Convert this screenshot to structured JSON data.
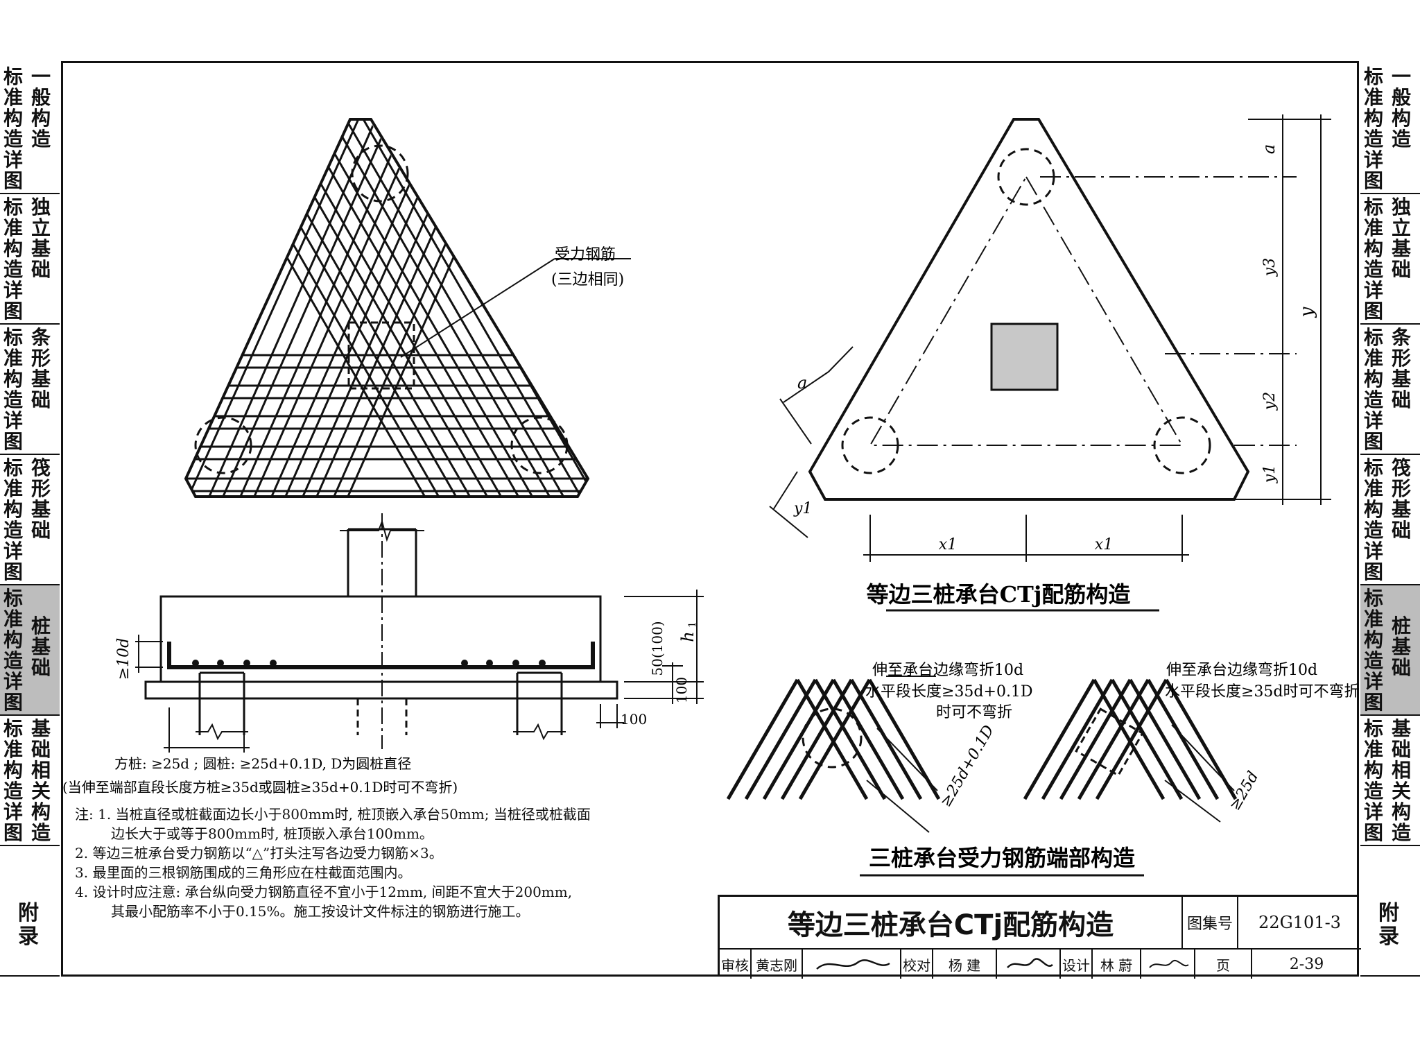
{
  "side_tabs": [
    {
      "line1": "标准构造详图",
      "line2": "一般构造"
    },
    {
      "line1": "标准构造详图",
      "line2": "独立基础"
    },
    {
      "line1": "标准构造详图",
      "line2": "条形基础"
    },
    {
      "line1": "标准构造详图",
      "line2": "筏形基础"
    },
    {
      "line1": "标准构造详图",
      "line2": "桩基础",
      "active": true
    },
    {
      "line1": "标准构造详图",
      "line2": "基础相关构造"
    },
    {
      "line1": "附录",
      "line2": ""
    }
  ],
  "plan_left": {
    "rebar_label_1": "受力钢筋",
    "rebar_label_2": "(三边相同)"
  },
  "section": {
    "label_10d": "≥10d",
    "label_50": "50(100)",
    "label_h": "h",
    "label_h_sub": "1",
    "label_100a": "100",
    "label_100b": "100",
    "note_1": "方桩: ≥25d ; 圆桩: ≥25d+0.1D, D为圆桩直径",
    "note_2": "(当伸至端部直段长度方桩≥35d或圆桩≥35d+0.1D时可不弯折)"
  },
  "plan_right": {
    "label_a1": "a",
    "label_a2": "a",
    "label_y": "y",
    "label_y3": "y3",
    "label_y2": "y2",
    "label_y1a": "y1",
    "label_y1b": "y1",
    "label_x1a": "x1",
    "label_x1b": "x1",
    "title": "等边三桩承台CTj配筋构造"
  },
  "end_detail": {
    "left_note_1": "伸至承台边缘弯折10d",
    "left_note_2": "水平段长度≥35d+0.1D",
    "left_note_3": "时可不弯折",
    "left_dim": "≥25d+0.1D",
    "right_note_1": "伸至承台边缘弯折10d",
    "right_note_2": "水平段长度≥35d时可不弯折",
    "right_dim": "≥25d",
    "title": "三桩承台受力钢筋端部构造"
  },
  "notes": [
    "注: 1. 当桩直径或桩截面边长小于800mm时, 桩顶嵌入承台50mm; 当桩径或桩截面",
    "       边长大于或等于800mm时, 桩顶嵌入承台100mm。",
    "    2. 等边三桩承台受力钢筋以“△”打头注写各边受力钢筋×3。",
    "    3. 最里面的三根钢筋围成的三角形应在柱截面范围内。",
    "    4. 设计时应注意: 承台纵向受力钢筋直径不宜小于12mm, 间距不宜大于200mm,",
    "       其最小配筋率不小于0.15%。施工按设计文件标注的钢筋进行施工。"
  ],
  "title_block": {
    "title": "等边三桩承台CTj配筋构造",
    "atlas_label": "图集号",
    "atlas_no": "22G101-3",
    "review_label": "审核",
    "reviewer": "黄志刚",
    "check_label": "校对",
    "checker": "杨 建",
    "design_label": "设计",
    "designer": "林 蔚",
    "page_label": "页",
    "page_no": "2-39"
  }
}
